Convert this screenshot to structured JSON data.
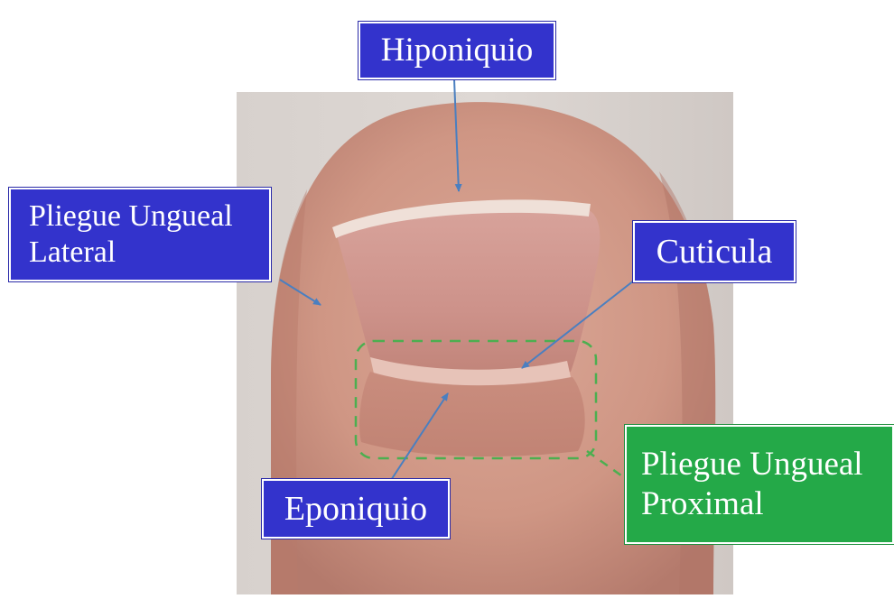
{
  "labels": {
    "hiponiquio": "Hiponiquio",
    "pliegue_lateral": "Pliegue Ungueal\n    Lateral",
    "cuticula": "Cuticula",
    "eponiquio": "Eponiquio",
    "pliegue_proximal": "Pliegue Ungueal\nProximal"
  },
  "colors": {
    "label_blue": "#3333cc",
    "label_green": "#24a948",
    "arrow_blue": "#4a7fc0",
    "dashed_outline": "#4caf50",
    "photo_background": "#dcd5d1",
    "skin": "#d19a8a",
    "nail": "#cf948c"
  }
}
